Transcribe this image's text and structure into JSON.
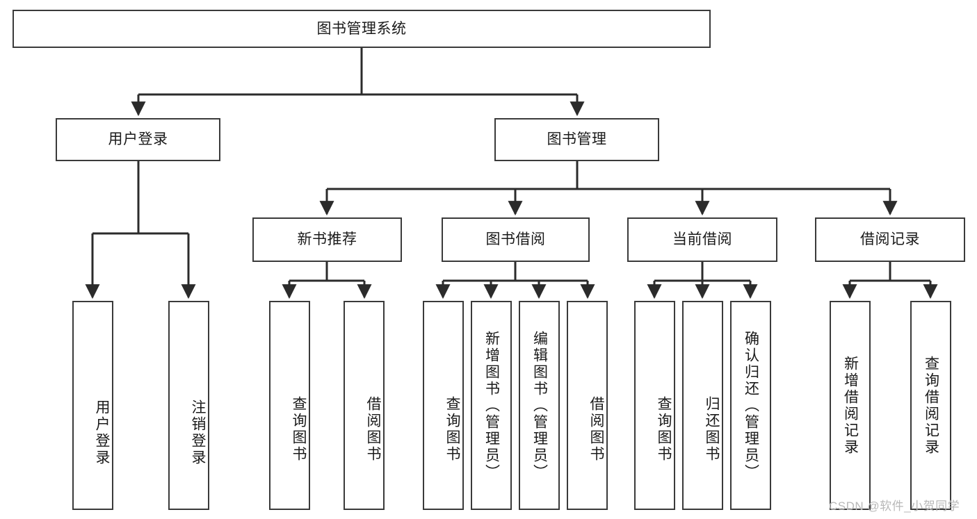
{
  "diagram": {
    "title": "图书管理系统",
    "type": "tree-hierarchy",
    "watermark": "CSDN @软件_小贺同学",
    "colors": {
      "box_border": "#3a3a3a",
      "box_fill": "#ffffff",
      "edge": "#2b2b2b",
      "text": "#1a1a1a",
      "watermark": "#b8b8b8"
    }
  },
  "nodes": {
    "root": {
      "label": "图书管理系统"
    },
    "level2": [
      {
        "label": "用户登录"
      },
      {
        "label": "图书管理"
      }
    ],
    "level3": [
      {
        "label": "新书推荐"
      },
      {
        "label": "图书借阅"
      },
      {
        "label": "当前借阅"
      },
      {
        "label": "借阅记录"
      }
    ],
    "leaves": {
      "user_login": [
        {
          "label": "用户登录"
        },
        {
          "label": "注销登录"
        }
      ],
      "new_book": [
        {
          "label": "查询图书"
        },
        {
          "label": "借阅图书"
        }
      ],
      "book_borrow": [
        {
          "label": "查询图书"
        },
        {
          "label": "新增图书（管理员）"
        },
        {
          "label": "编辑图书（管理员）"
        },
        {
          "label": "借阅图书"
        }
      ],
      "current_borrow": [
        {
          "label": "查询图书"
        },
        {
          "label": "归还图书"
        },
        {
          "label": "确认归还（管理员）"
        }
      ],
      "borrow_record": [
        {
          "label": "新增借阅记录"
        },
        {
          "label": "查询借阅记录"
        }
      ]
    }
  }
}
